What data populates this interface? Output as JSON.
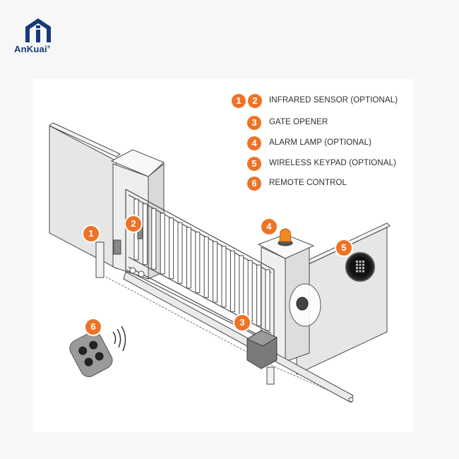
{
  "brand": {
    "name": "AnKuai",
    "registered": "®"
  },
  "legend": [
    {
      "numbers": [
        "1",
        "2"
      ],
      "label": "INFRARED SENSOR (OPTIONAL)"
    },
    {
      "numbers": [
        "3"
      ],
      "label": "GATE OPENER"
    },
    {
      "numbers": [
        "4"
      ],
      "label": "ALARM LAMP (OPTIONAL)"
    },
    {
      "numbers": [
        "5"
      ],
      "label": "WIRELESS KEYPAD (OPTIONAL)"
    },
    {
      "numbers": [
        "6"
      ],
      "label": "REMOTE CONTROL"
    }
  ],
  "markers": {
    "m1": "1",
    "m2": "2",
    "m3": "3",
    "m4": "4",
    "m5": "5",
    "m6": "6"
  },
  "colors": {
    "accent": "#ee7326",
    "brand": "#173a7a",
    "wall": "#e8e8e8",
    "outline": "#4a4a4a"
  },
  "icons": [
    "house-logo-icon",
    "signal-waves-icon",
    "keypad-icon",
    "remote-control-icon",
    "alarm-lamp-icon"
  ]
}
